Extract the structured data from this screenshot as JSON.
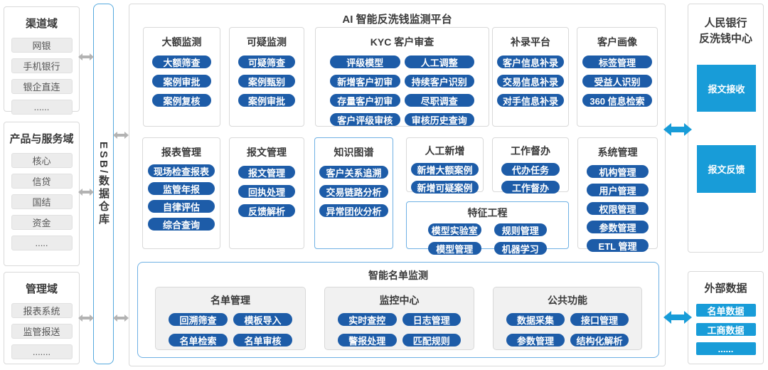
{
  "left_column": {
    "domains": [
      {
        "title": "渠道域",
        "items": [
          "网银",
          "手机银行",
          "银企直连",
          "......"
        ]
      },
      {
        "title": "产品与服务域",
        "items": [
          "核心",
          "信贷",
          "国结",
          "资金",
          "....."
        ]
      },
      {
        "title": "管理域",
        "items": [
          "报表系统",
          "监管报送",
          "......."
        ]
      }
    ]
  },
  "esb_bar": {
    "label": "ESB/数据仓库"
  },
  "platform": {
    "title": "AI 智能反洗钱监测平台",
    "modules": {
      "large_amount": {
        "title": "大额监测",
        "items": [
          "大额筛查",
          "案例审批",
          "案例复核"
        ]
      },
      "suspicious": {
        "title": "可疑监测",
        "items": [
          "可疑筛查",
          "案例甄别",
          "案例审批"
        ]
      },
      "kyc": {
        "title": "KYC 客户审查",
        "items": [
          "评级模型",
          "人工调整",
          "新增客户初审",
          "持续客户识别",
          "存量客户初审",
          "尽职调查",
          "客户评级审核",
          "审核历史查询"
        ]
      },
      "supplement": {
        "title": "补录平台",
        "items": [
          "客户信息补录",
          "交易信息补录",
          "对手信息补录"
        ]
      },
      "profile": {
        "title": "客户画像",
        "items": [
          "标签管理",
          "受益人识别",
          "360 信息检索"
        ]
      },
      "report": {
        "title": "报表管理",
        "items": [
          "现场检查报表",
          "监管年报",
          "自律评估",
          "综合查询"
        ]
      },
      "message": {
        "title": "报文管理",
        "items": [
          "报文管理",
          "回执处理",
          "反馈解析"
        ]
      },
      "knowledge": {
        "title": "知识图谱",
        "items": [
          "客户关系追溯",
          "交易链路分析",
          "异常团伙分析"
        ]
      },
      "manual_add": {
        "title": "人工新增",
        "items": [
          "新增大额案例",
          "新增可疑案例"
        ]
      },
      "supervision": {
        "title": "工作督办",
        "items": [
          "代办任务",
          "工作督办"
        ]
      },
      "feature": {
        "title": "特征工程",
        "items": [
          "模型实验室",
          "规则管理",
          "模型管理",
          "机器学习"
        ]
      },
      "system": {
        "title": "系统管理",
        "items": [
          "机构管理",
          "用户管理",
          "权限管理",
          "参数管理",
          "ETL 管理"
        ]
      }
    },
    "list_monitor": {
      "title": "智能名单监测",
      "groups": [
        {
          "title": "名单管理",
          "items": [
            "回溯筛查",
            "模板导入",
            "名单检索",
            "名单审核"
          ]
        },
        {
          "title": "监控中心",
          "items": [
            "实时查控",
            "日志管理",
            "警报处理",
            "匹配规则"
          ]
        },
        {
          "title": "公共功能",
          "items": [
            "数据采集",
            "接口管理",
            "参数管理",
            "结构化解析"
          ]
        }
      ]
    }
  },
  "right_column": {
    "pboc": {
      "title_line1": "人民银行",
      "title_line2": "反洗钱中心",
      "items": [
        "报文接收",
        "报文反馈"
      ]
    },
    "external": {
      "title": "外部数据",
      "items": [
        "名单数据",
        "工商数据",
        "......"
      ]
    }
  },
  "colors": {
    "dark_blue": "#1d5ca8",
    "bright_blue": "#189cd8",
    "highlight_border": "#6fb1e4",
    "esb_border": "#55a9de",
    "gray_arrow": "#b3b3b3"
  }
}
